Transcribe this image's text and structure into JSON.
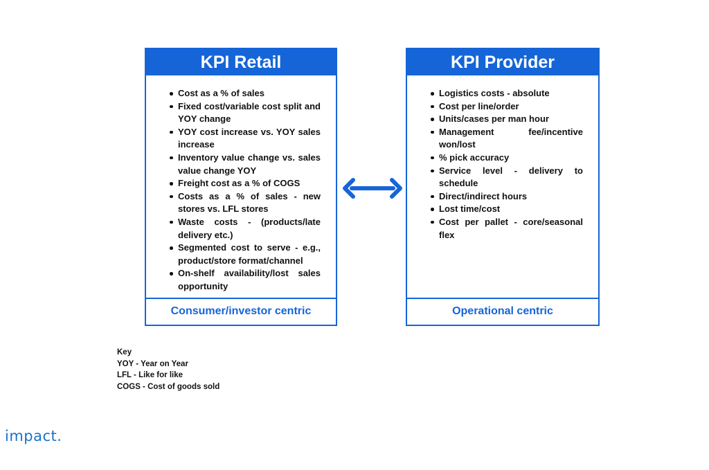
{
  "retail": {
    "title": "KPI Retail",
    "items": [
      "Cost as a % of sales",
      "Fixed cost/variable cost split and YOY change",
      "YOY cost increase vs. YOY sales increase",
      "Inventory value change vs. sales value change YOY",
      "Freight cost as a % of COGS",
      "Costs as a % of sales - new stores vs. LFL stores",
      "Waste costs - (products/late delivery etc.)",
      "Segmented cost to serve - e.g., product/store format/channel",
      "On-shelf availability/lost sales opportunity"
    ],
    "footer": "Consumer/investor centric"
  },
  "provider": {
    "title": "KPI Provider",
    "items": [
      "Logistics costs - absolute",
      "Cost per line/order",
      "Units/cases per man hour",
      "Management fee/incentive won/lost",
      "% pick accuracy",
      "Service level - delivery to schedule",
      "Direct/indirect hours",
      "Lost time/cost",
      "Cost per pallet - core/seasonal flex"
    ],
    "footer": "Operational centric"
  },
  "key": {
    "title": "Key",
    "lines": [
      "YOY - Year on Year",
      "LFL - Like for like",
      "COGS - Cost of goods sold"
    ]
  },
  "logo": "impact.",
  "colors": {
    "accent": "#1565d8",
    "logo": "#1a73c9"
  }
}
